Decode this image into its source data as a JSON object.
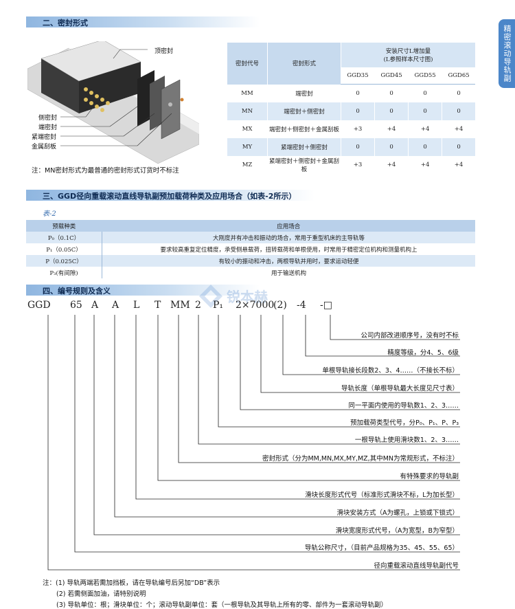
{
  "side_tab": "精密滚动导轨副",
  "section2": {
    "title": "二、密封形式",
    "labels": {
      "top": "顶密封",
      "side": "侧密封",
      "end": "端密封",
      "tight_end": "紧端密封",
      "scraper": "金属刮板"
    },
    "note": "注：MN密封形式为最普通的密封形式订货时不标注",
    "table": {
      "col_code": "密封代号",
      "col_form": "密封形式",
      "col_group": "安装尺寸L增加量",
      "col_group_sub": "(L参照样本尺寸图)",
      "models": [
        "GGD35",
        "GGD45",
        "GGD55",
        "GGD65"
      ],
      "rows": [
        {
          "code": "MM",
          "form": "端密封",
          "vals": [
            "0",
            "0",
            "0",
            "0"
          ]
        },
        {
          "code": "MN",
          "form": "端密封＋侧密封",
          "vals": [
            "0",
            "0",
            "0",
            "0"
          ]
        },
        {
          "code": "MX",
          "form": "端密封＋侧密封＋金属刮板",
          "vals": [
            "+3",
            "+4",
            "+4",
            "+4"
          ]
        },
        {
          "code": "MY",
          "form": "紧端密封＋侧密封",
          "vals": [
            "0",
            "0",
            "0",
            "0"
          ]
        },
        {
          "code": "MZ",
          "form": "紧端密封＋侧密封＋金属刮板",
          "vals": [
            "+3",
            "+4",
            "+4",
            "+4"
          ]
        }
      ]
    }
  },
  "section3": {
    "title": "三、GGD径向重载滚动直线导轨副预加载荷种类及应用场合（如表-2所示）",
    "table_label": "表-2",
    "col_type": "预载种类",
    "col_app": "应用场合",
    "rows": [
      {
        "type": "P₀（0.1C）",
        "app": "大刚度并有冲击和振动的场合，常用于重型机床的主导轨等"
      },
      {
        "type": "P₁（0.05C）",
        "app": "要求较高重复定位精度，承受侧悬载荷，扭转载荷和单根使用，时常用于精密定位机构和测量机构上"
      },
      {
        "type": "P（0.025C）",
        "app": "有较小的振动和冲击，两根导轨并用时，要求运动轻便"
      },
      {
        "type": "P₃(有间隙)",
        "app": "用于输送机构"
      }
    ]
  },
  "section4": {
    "title": "四、编号规则及含义",
    "watermark": "锐本赫",
    "code_tokens": [
      "GGD",
      "65",
      "A",
      "A",
      "L",
      "T",
      "MM",
      "2",
      "P₁",
      "2×7000",
      "(2)",
      "-4",
      "-□"
    ],
    "descriptions": [
      "公司内部改进顺序号，没有时不标",
      "精度等级，分4、5、6级",
      "单根导轨接长段数2、3、4……（不接长不标）",
      "导轨长度（单根导轨最大长度见尺寸表）",
      "同一平面内使用的导轨数1、2、3……",
      "预加载荷类型代号，分P₀、P₁、P、P₃",
      "一根导轨上使用滑块数1、2、3……",
      "密封形式（分为MM,MN,MX,MY,MZ,其中MN为常规形式，不标注）",
      "有特殊要求的导轨副",
      "滑块长度形式代号（标准形式滑块不标，L为加长型）",
      "滑块安装方式（A为螺孔，上锁或下锁式）",
      "滑块宽度形式代号，（A为宽型，B为窄型）",
      "导轨公称尺寸，（目前产品规格为35、45、55、65）",
      "径向重载滚动直线导轨副代号"
    ],
    "notes": [
      "注：(1) 导轨两端若需加挡板，请在导轨编号后另加“DB”表示",
      "(2) 若需侧面加油，请特别说明",
      "(3) 导轨单位：根；滑块单位：个；滚动导轨副单位：套（一根导轨及其导轨上所有的零、部件为一套滚动导轨副）"
    ]
  }
}
